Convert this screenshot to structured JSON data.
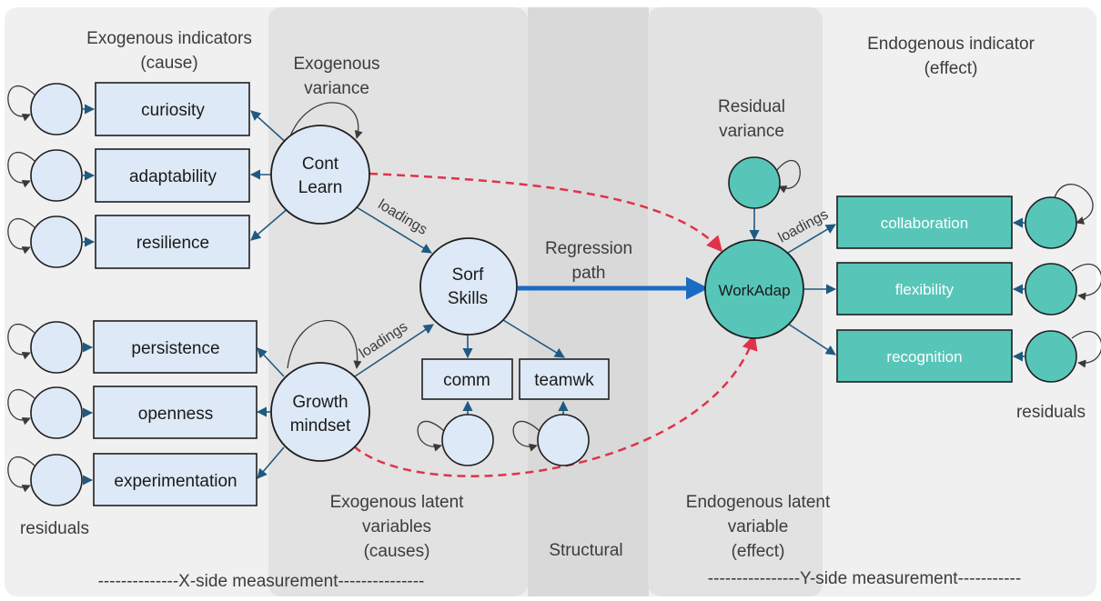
{
  "regions": {
    "x_side_label": "--------------X-side measurement---------------",
    "structural_label": "Structural",
    "y_side_label": "----------------Y-side measurement-----------"
  },
  "annotations": {
    "exo_indicators": [
      "Exogenous indicators",
      "(cause)"
    ],
    "exo_variance": [
      "Exogenous",
      "variance"
    ],
    "endo_indicator": [
      "Endogenous indicator",
      "(effect)"
    ],
    "residual_variance": [
      "Residual",
      "variance"
    ],
    "regression_path": [
      "Regression",
      "path"
    ],
    "exo_latent": [
      "Exogenous latent",
      "variables",
      "(causes)"
    ],
    "endo_latent": [
      "Endogenous latent",
      "variable",
      "(effect)"
    ],
    "residuals_left": "residuals",
    "residuals_right": "residuals",
    "loadings": "loadings"
  },
  "latents": {
    "cont_learn": [
      "Cont",
      "Learn"
    ],
    "growth": [
      "Growth",
      "mindset"
    ],
    "sorf": [
      "Sorf",
      "Skills"
    ],
    "workadap": "WorkAdap"
  },
  "indicators": {
    "exogenous": [
      "curiosity",
      "adaptability",
      "resilience",
      "persistence",
      "openness",
      "experimentation"
    ],
    "mediator": [
      "comm",
      "teamwk"
    ],
    "endogenous": [
      "collaboration",
      "flexibility",
      "recognition"
    ]
  },
  "colors": {
    "light_fill": "#dde9f6",
    "teal_fill": "#57c6b9",
    "stroke": "#1f1f1f",
    "arrow": "#1f5a82",
    "regression": "#1a6bc4",
    "dashed": "#e0324a"
  }
}
